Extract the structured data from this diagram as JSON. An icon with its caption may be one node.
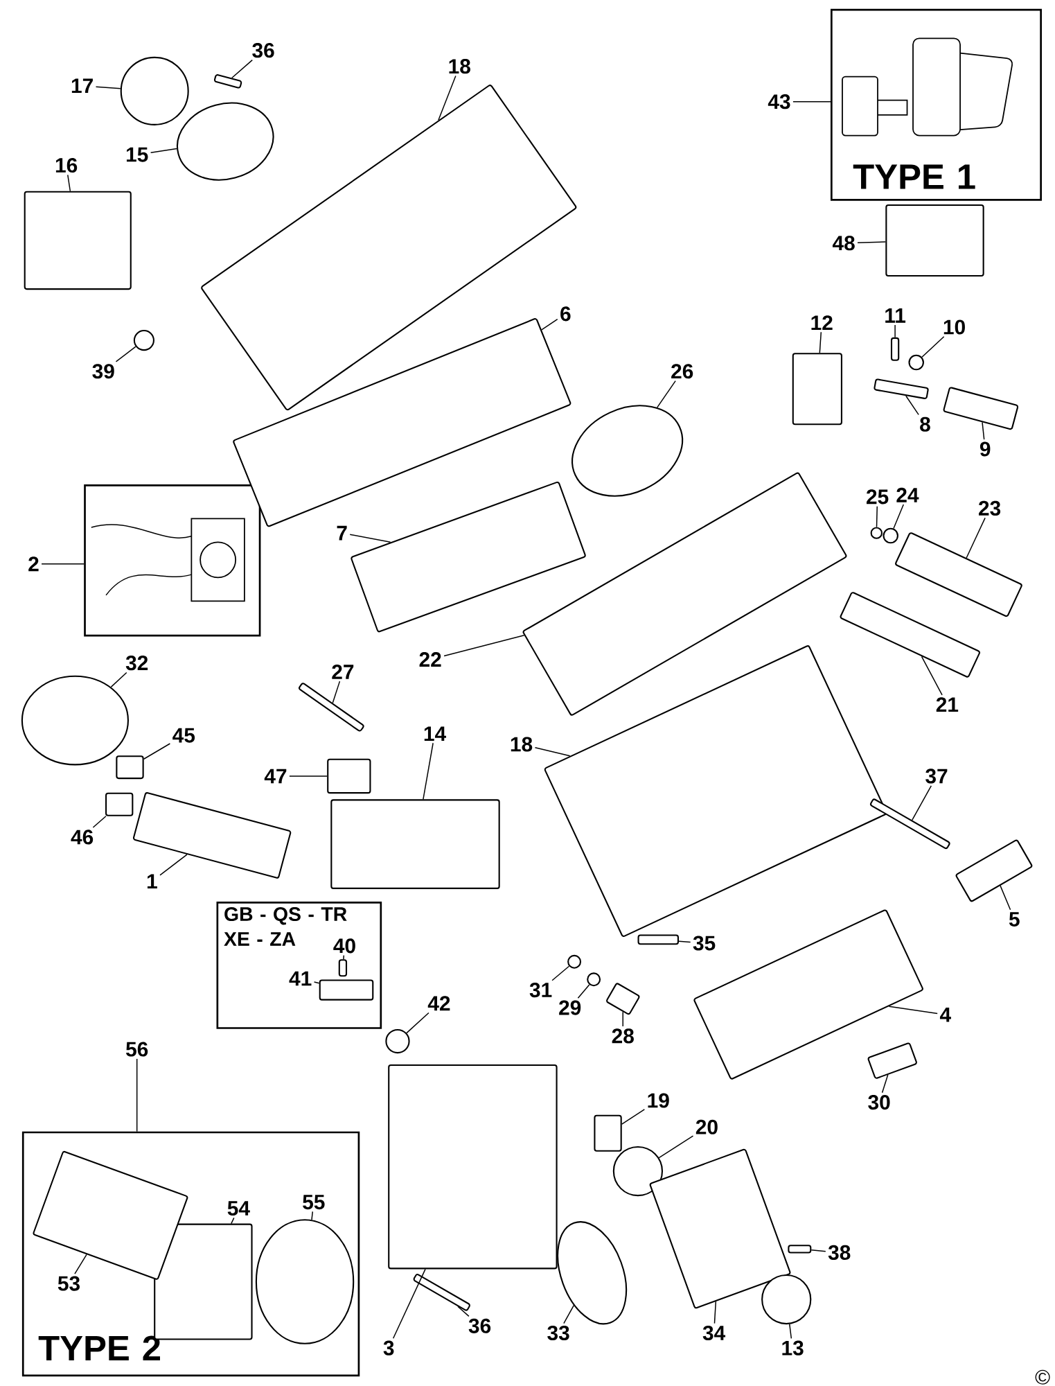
{
  "diagram": {
    "nodes": [
      {
        "text": [
          "TYPE 1"
        ]
      },
      {
        "text": [
          "43"
        ]
      },
      {
        "text": [
          "48"
        ]
      },
      {
        "text": [],
        "shape": "box"
      },
      {
        "text": [
          "36"
        ]
      },
      {
        "text": [],
        "shape": "box"
      },
      {
        "text": [
          "17"
        ]
      },
      {
        "text": [],
        "shape": "circle"
      },
      {
        "text": [
          "15"
        ]
      },
      {
        "text": [],
        "shape": "ellipse"
      },
      {
        "text": [
          "18"
        ]
      },
      {
        "text": [],
        "shape": "box"
      },
      {
        "text": [
          "16"
        ]
      },
      {
        "text": [],
        "shape": "box"
      },
      {
        "text": [
          "39"
        ]
      },
      {
        "text": [],
        "shape": "circle"
      },
      {
        "text": [
          "6"
        ]
      },
      {
        "text": [],
        "shape": "box"
      },
      {
        "text": [
          "12"
        ]
      },
      {
        "text": [],
        "shape": "box"
      },
      {
        "text": [
          "11"
        ]
      },
      {
        "text": [],
        "shape": "box"
      },
      {
        "text": [
          "10"
        ]
      },
      {
        "text": [],
        "shape": "circle"
      },
      {
        "text": [
          "26"
        ]
      },
      {
        "text": [],
        "shape": "ellipse"
      },
      {
        "text": [
          "8"
        ]
      },
      {
        "text": [],
        "shape": "box"
      },
      {
        "text": [
          "9"
        ]
      },
      {
        "text": [],
        "shape": "box"
      },
      {
        "text": [],
        "shape": "box"
      },
      {
        "text": [
          "2"
        ]
      },
      {
        "text": [
          "7"
        ]
      },
      {
        "text": [],
        "shape": "box"
      },
      {
        "text": [
          "25"
        ]
      },
      {
        "text": [],
        "shape": "circle"
      },
      {
        "text": [
          "24"
        ]
      },
      {
        "text": [],
        "shape": "circle"
      },
      {
        "text": [
          "23"
        ]
      },
      {
        "text": [],
        "shape": "box"
      },
      {
        "text": [
          "22"
        ]
      },
      {
        "text": [],
        "shape": "box"
      },
      {
        "text": [
          "21"
        ]
      },
      {
        "text": [],
        "shape": "box"
      },
      {
        "text": [
          "32"
        ]
      },
      {
        "text": [],
        "shape": "ellipse"
      },
      {
        "text": [
          "27"
        ]
      },
      {
        "text": [],
        "shape": "box"
      },
      {
        "text": [
          "45"
        ]
      },
      {
        "text": [],
        "shape": "box"
      },
      {
        "text": [
          "18"
        ]
      },
      {
        "text": [],
        "shape": "box"
      },
      {
        "text": [
          "47"
        ]
      },
      {
        "text": [],
        "shape": "box"
      },
      {
        "text": [
          "14"
        ]
      },
      {
        "text": [],
        "shape": "box"
      },
      {
        "text": [
          "37"
        ]
      },
      {
        "text": [],
        "shape": "box"
      },
      {
        "text": [
          "46"
        ]
      },
      {
        "text": [],
        "shape": "box"
      },
      {
        "text": [
          "1"
        ]
      },
      {
        "text": [],
        "shape": "box"
      },
      {
        "text": [
          "GB - QS - TR XE - ZA"
        ]
      },
      {
        "text": [
          "40"
        ],
        "in": 62
      },
      {
        "text": [],
        "shape": "box",
        "in": 62
      },
      {
        "text": [
          "41"
        ],
        "in": 62
      },
      {
        "text": [],
        "shape": "box",
        "in": 62
      },
      {
        "text": [
          "5"
        ]
      },
      {
        "text": [],
        "shape": "box"
      },
      {
        "text": [
          "35"
        ]
      },
      {
        "text": [],
        "shape": "box"
      },
      {
        "text": [
          "31"
        ]
      },
      {
        "text": [],
        "shape": "circle"
      },
      {
        "text": [
          "29"
        ]
      },
      {
        "text": [],
        "shape": "circle"
      },
      {
        "text": [
          "28"
        ]
      },
      {
        "text": [],
        "shape": "box"
      },
      {
        "text": [
          "4"
        ]
      },
      {
        "text": [],
        "shape": "box"
      },
      {
        "text": [
          "42"
        ]
      },
      {
        "text": [],
        "shape": "circle"
      },
      {
        "text": [
          "56"
        ]
      },
      {
        "text": [
          "30"
        ]
      },
      {
        "text": [],
        "shape": "box"
      },
      {
        "text": [
          "19"
        ]
      },
      {
        "text": [],
        "shape": "box"
      },
      {
        "text": [
          "20"
        ]
      },
      {
        "text": [],
        "shape": "circle"
      },
      {
        "text": [
          "38"
        ]
      },
      {
        "text": [],
        "shape": "box"
      },
      {
        "text": [
          "TYPE 2"
        ]
      },
      {
        "text": [
          "54"
        ],
        "in": 90
      },
      {
        "text": [],
        "shape": "box",
        "in": 90
      },
      {
        "text": [
          "55"
        ],
        "in": 90
      },
      {
        "text": [],
        "shape": "ellipse",
        "in": 90
      },
      {
        "text": [
          "53"
        ],
        "in": 90
      },
      {
        "text": [],
        "shape": "box",
        "in": 90
      },
      {
        "text": [
          "3"
        ]
      },
      {
        "text": [],
        "shape": "box"
      },
      {
        "text": [
          "36"
        ]
      },
      {
        "text": [],
        "shape": "box"
      },
      {
        "text": [
          "33"
        ]
      },
      {
        "text": [],
        "shape": "ellipse"
      },
      {
        "text": [
          "34"
        ]
      },
      {
        "text": [],
        "shape": "box"
      },
      {
        "text": [
          "13"
        ]
      },
      {
        "text": [],
        "shape": "circle"
      }
    ],
    "edges": [
      {
        "from": 1,
        "to": 0,
        "arrow": "none"
      },
      {
        "from": 2,
        "to": 3,
        "arrow": "none"
      },
      {
        "from": 4,
        "to": 5,
        "arrow": "none"
      },
      {
        "from": 6,
        "to": 7,
        "arrow": "none"
      },
      {
        "from": 8,
        "to": 9,
        "arrow": "none"
      },
      {
        "from": 10,
        "to": 11,
        "arrow": "none"
      },
      {
        "from": 12,
        "to": 13,
        "arrow": "none"
      },
      {
        "from": 14,
        "to": 15,
        "arrow": "none"
      },
      {
        "from": 16,
        "to": 17,
        "arrow": "none"
      },
      {
        "from": 18,
        "to": 19,
        "arrow": "none"
      },
      {
        "from": 20,
        "to": 21,
        "arrow": "none"
      },
      {
        "from": 22,
        "to": 23,
        "arrow": "none"
      },
      {
        "from": 24,
        "to": 25,
        "arrow": "none"
      },
      {
        "from": 26,
        "to": 27,
        "arrow": "none"
      },
      {
        "from": 28,
        "to": 29,
        "arrow": "none"
      },
      {
        "from": 31,
        "to": 30,
        "arrow": "none"
      },
      {
        "from": 32,
        "to": 33,
        "arrow": "none"
      },
      {
        "from": 34,
        "to": 35,
        "arrow": "none"
      },
      {
        "from": 36,
        "to": 37,
        "arrow": "none"
      },
      {
        "from": 38,
        "to": 39,
        "arrow": "none"
      },
      {
        "from": 40,
        "to": 41,
        "arrow": "none"
      },
      {
        "from": 42,
        "to": 43,
        "arrow": "none"
      },
      {
        "from": 44,
        "to": 45,
        "arrow": "none"
      },
      {
        "from": 46,
        "to": 47,
        "arrow": "none"
      },
      {
        "from": 48,
        "to": 49,
        "arrow": "none"
      },
      {
        "from": 50,
        "to": 51,
        "arrow": "none"
      },
      {
        "from": 52,
        "to": 53,
        "arrow": "none"
      },
      {
        "from": 54,
        "to": 55,
        "arrow": "none"
      },
      {
        "from": 56,
        "to": 57,
        "arrow": "none"
      },
      {
        "from": 58,
        "to": 59,
        "arrow": "none"
      },
      {
        "from": 60,
        "to": 61,
        "arrow": "none"
      },
      {
        "from": 63,
        "to": 64,
        "arrow": "none"
      },
      {
        "from": 65,
        "to": 66,
        "arrow": "none"
      },
      {
        "from": 67,
        "to": 68,
        "arrow": "none"
      },
      {
        "from": 69,
        "to": 70,
        "arrow": "none"
      },
      {
        "from": 71,
        "to": 72,
        "arrow": "none"
      },
      {
        "from": 73,
        "to": 74,
        "arrow": "none"
      },
      {
        "from": 75,
        "to": 76,
        "arrow": "none"
      },
      {
        "from": 77,
        "to": 78,
        "arrow": "none"
      },
      {
        "from": 79,
        "to": 80,
        "arrow": "none"
      },
      {
        "from": 81,
        "to": 90,
        "arrow": "none"
      },
      {
        "from": 82,
        "to": 83,
        "arrow": "none"
      },
      {
        "from": 84,
        "to": 85,
        "arrow": "none"
      },
      {
        "from": 86,
        "to": 87,
        "arrow": "none"
      },
      {
        "from": 88,
        "to": 89,
        "arrow": "none"
      },
      {
        "from": 91,
        "to": 92,
        "arrow": "none"
      },
      {
        "from": 93,
        "to": 94,
        "arrow": "none"
      },
      {
        "from": 95,
        "to": 96,
        "arrow": "none"
      },
      {
        "from": 97,
        "to": 98,
        "arrow": "none"
      },
      {
        "from": 99,
        "to": 100,
        "arrow": "none"
      },
      {
        "from": 101,
        "to": 102,
        "arrow": "none"
      },
      {
        "from": 103,
        "to": 104,
        "arrow": "none"
      },
      {
        "from": 105,
        "to": 106,
        "arrow": "none"
      }
    ],
    "labels": [
      "©"
    ]
  }
}
